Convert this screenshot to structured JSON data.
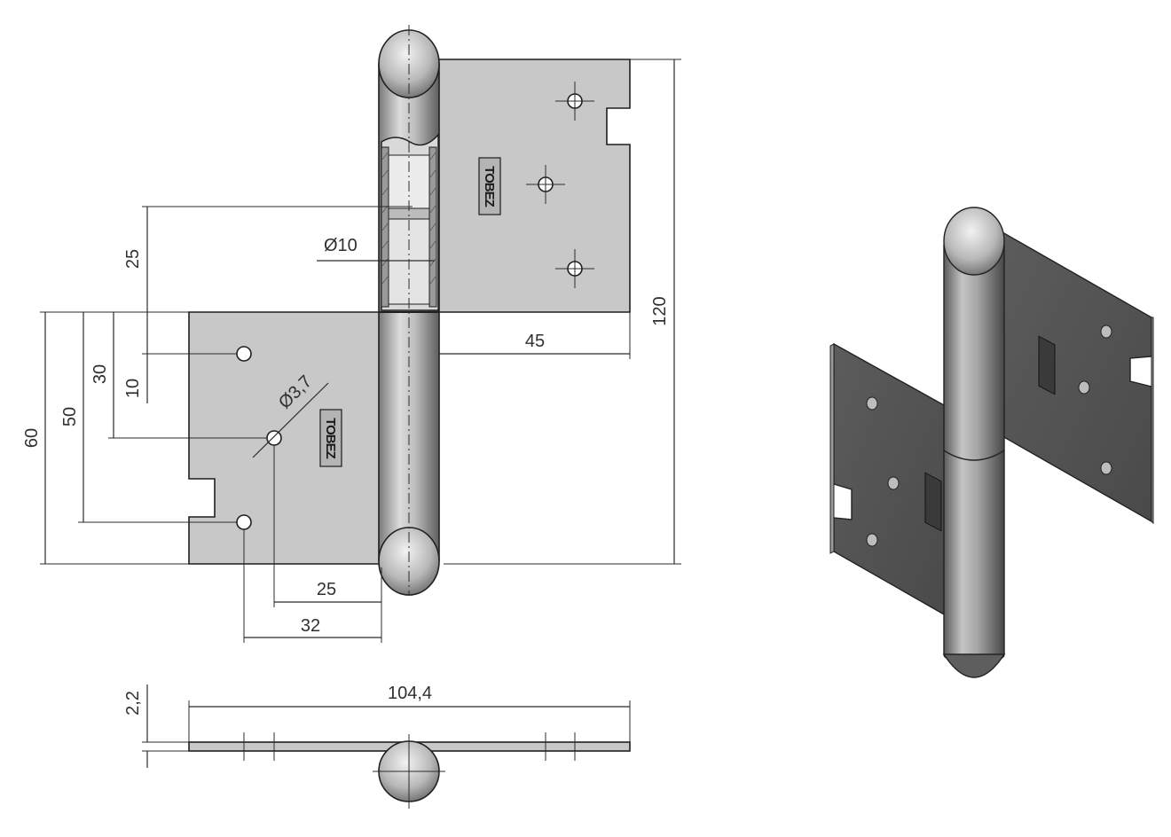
{
  "drawing": {
    "dimensions": {
      "d_pin": "Ø10",
      "d_hole": "Ø3,7",
      "top_leaf_offset": "25",
      "width_45": "45",
      "height_120": "120",
      "hole_10": "10",
      "hole_30": "30",
      "hole_50": "50",
      "leaf_60": "60",
      "hole_25": "25",
      "hole_32": "32",
      "length_total": "104,4",
      "thickness": "2,2"
    },
    "logo_text": "TOBEZ"
  },
  "colors": {
    "plate": "#c8c8c8",
    "plate_dark": "#585858",
    "pin_light": "#e6e6e6",
    "pin_dark": "#6e6e6e",
    "line": "#2b2b2b"
  }
}
